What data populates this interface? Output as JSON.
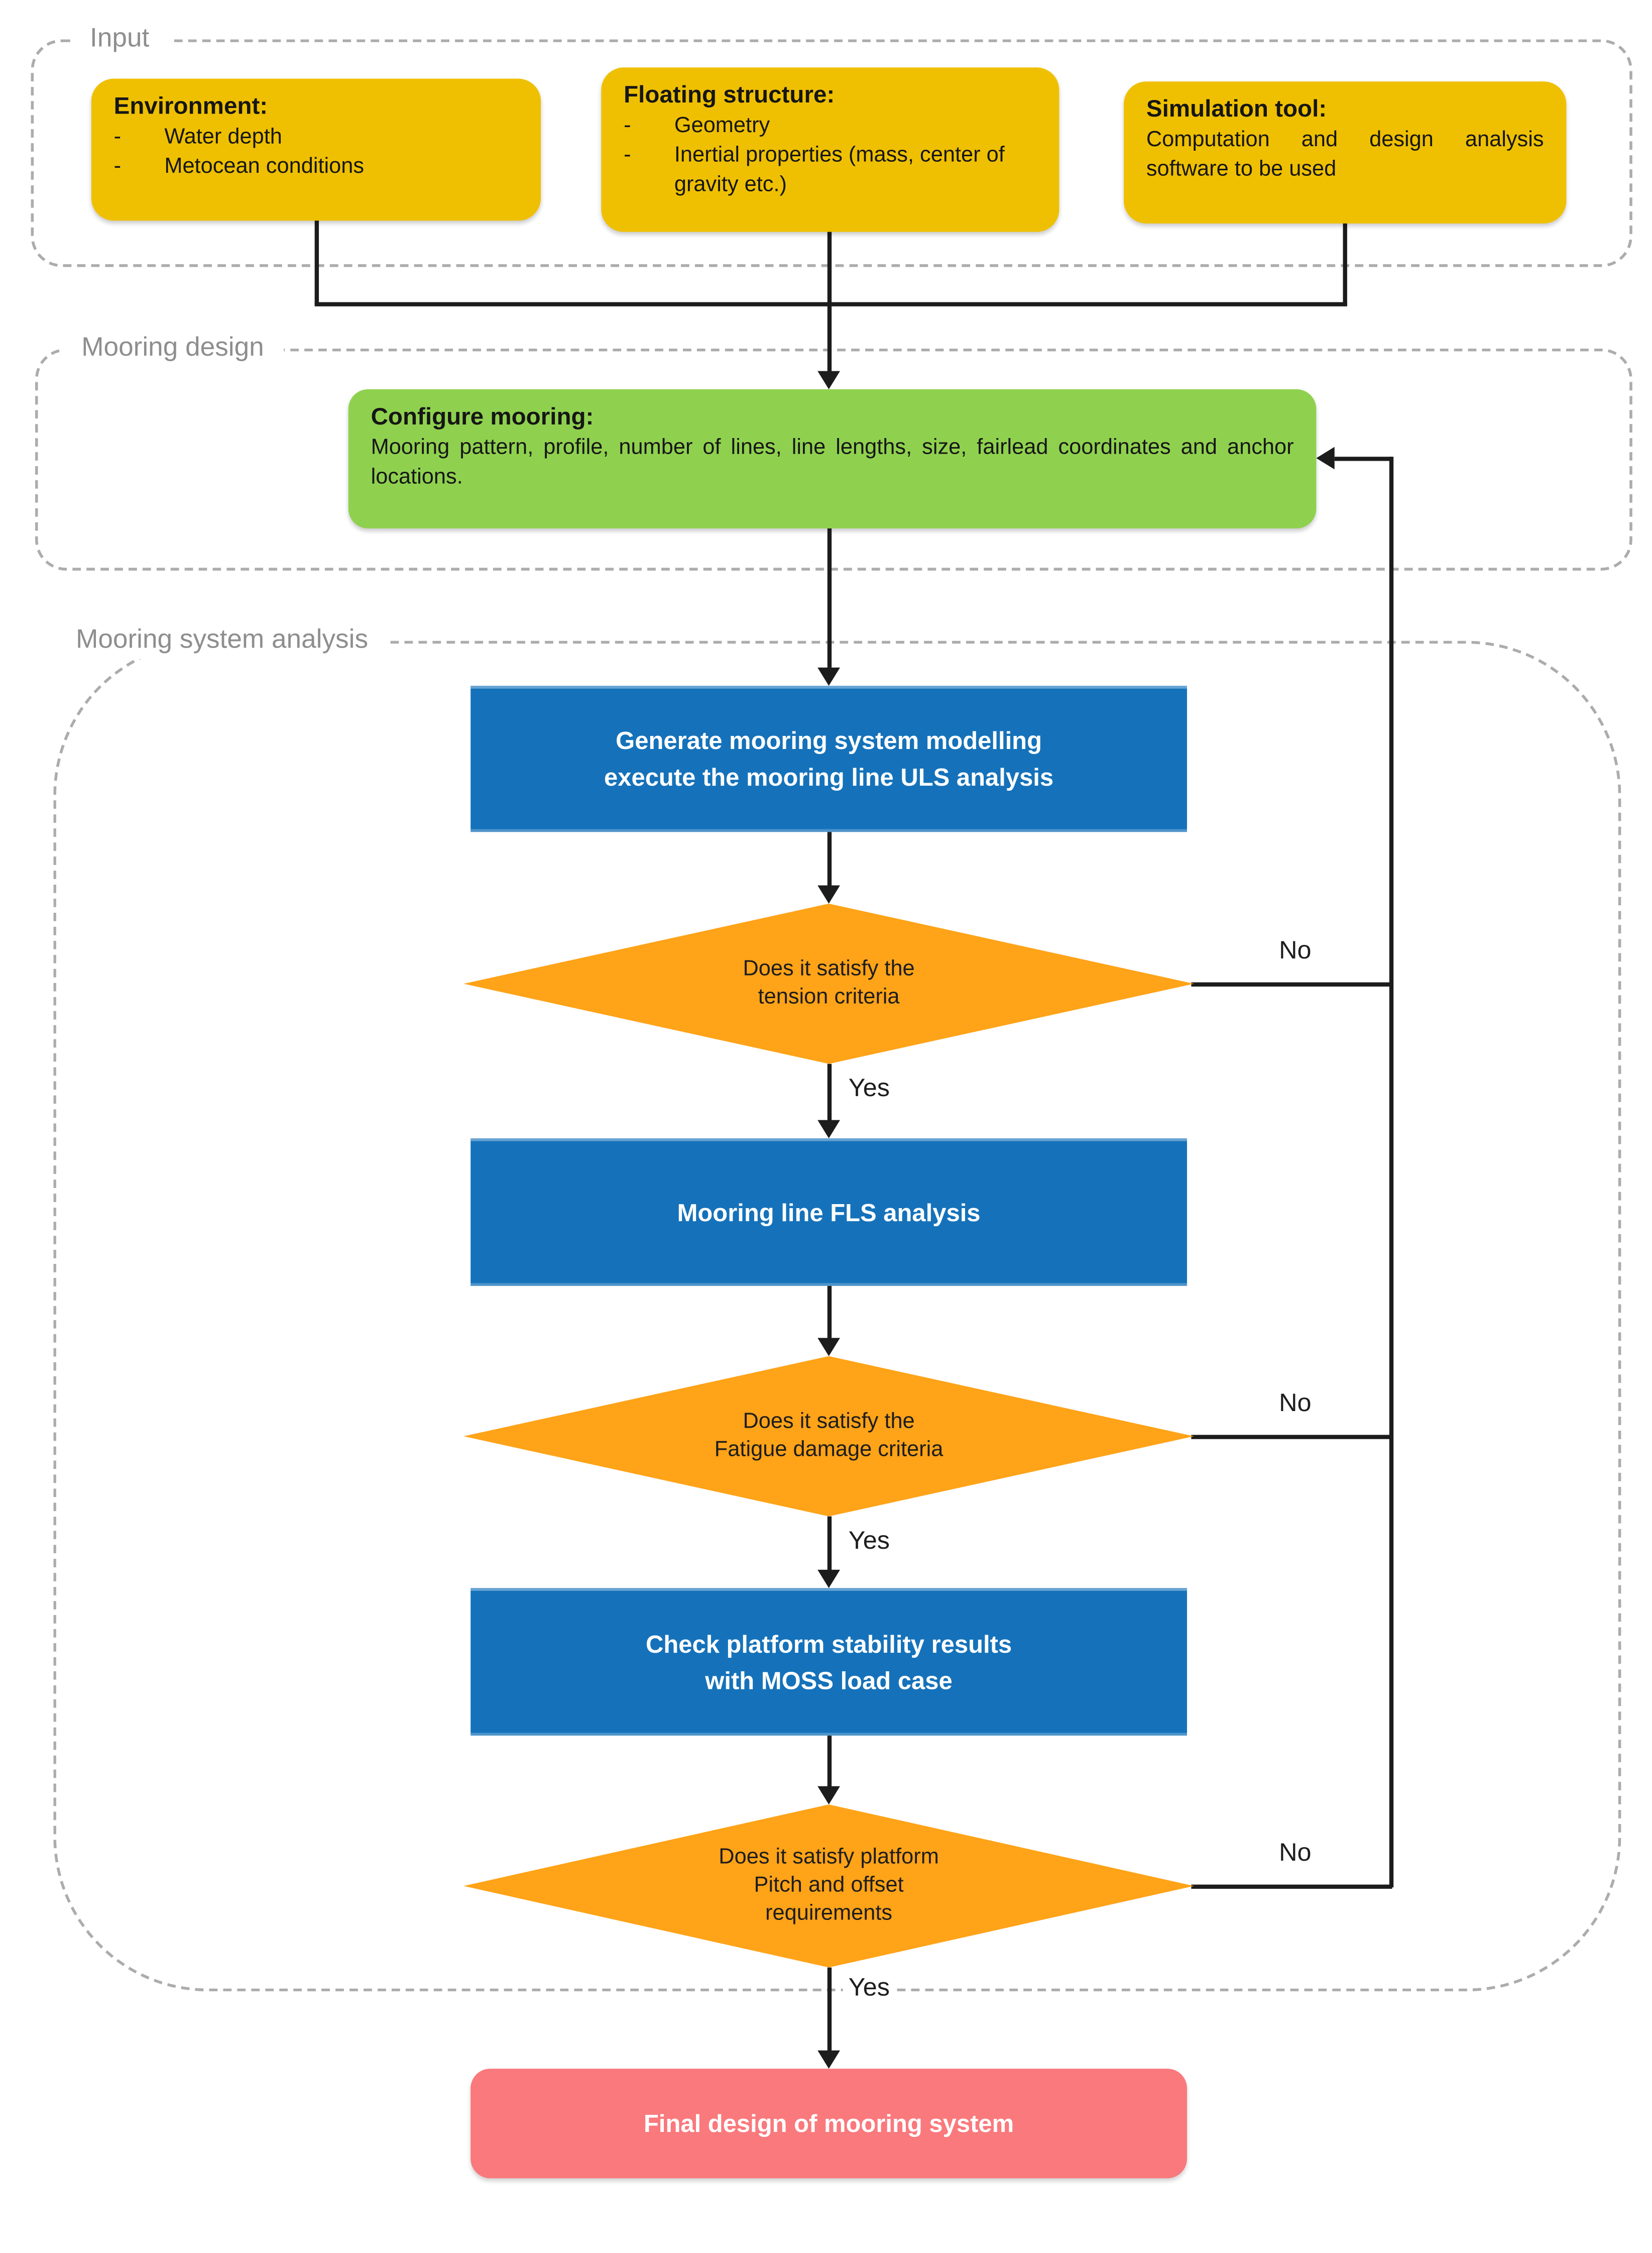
{
  "sections": {
    "input": {
      "label": "Input"
    },
    "design": {
      "label": "Mooring design"
    },
    "analysis": {
      "label": "Mooring system analysis"
    }
  },
  "boxes": {
    "environment": {
      "title": "Environment:",
      "bullet": "-",
      "items": [
        "Water depth",
        "Metocean conditions"
      ]
    },
    "floating": {
      "title": "Floating structure:",
      "bullet": "-",
      "items": [
        "Geometry",
        "Inertial properties (mass, center of gravity etc.)"
      ]
    },
    "simulation": {
      "title": "Simulation tool:",
      "body": "Computation and design analysis software to be used"
    },
    "configure": {
      "title": "Configure mooring:",
      "body": "Mooring pattern, profile, number of lines, line lengths, size, fairlead coordinates and anchor locations."
    }
  },
  "process": [
    {
      "text": "Generate mooring system modelling\nexecute the mooring line ULS analysis"
    },
    {
      "text": "Mooring line FLS analysis"
    },
    {
      "text": "Check platform stability results\nwith MOSS load case"
    }
  ],
  "decisions": [
    {
      "text": "Does it satisfy the\ntension criteria",
      "no": "No",
      "yes": "Yes"
    },
    {
      "text": "Does it satisfy the\nFatigue damage criteria",
      "no": "No",
      "yes": "Yes"
    },
    {
      "text": "Does it satisfy platform\nPitch and offset\nrequirements",
      "no": "No",
      "yes": "Yes"
    }
  ],
  "final": {
    "text": "Final design of mooring system"
  },
  "colors": {
    "input-box": "#EFC002",
    "configure-box": "#8FD14F",
    "process-box": "#1572BA",
    "decision-box": "#FFA318",
    "final-box": "#F9797D",
    "line": "#1C1C1C",
    "section-border": "#ACACAC",
    "section-label": "#8E8E8E"
  }
}
